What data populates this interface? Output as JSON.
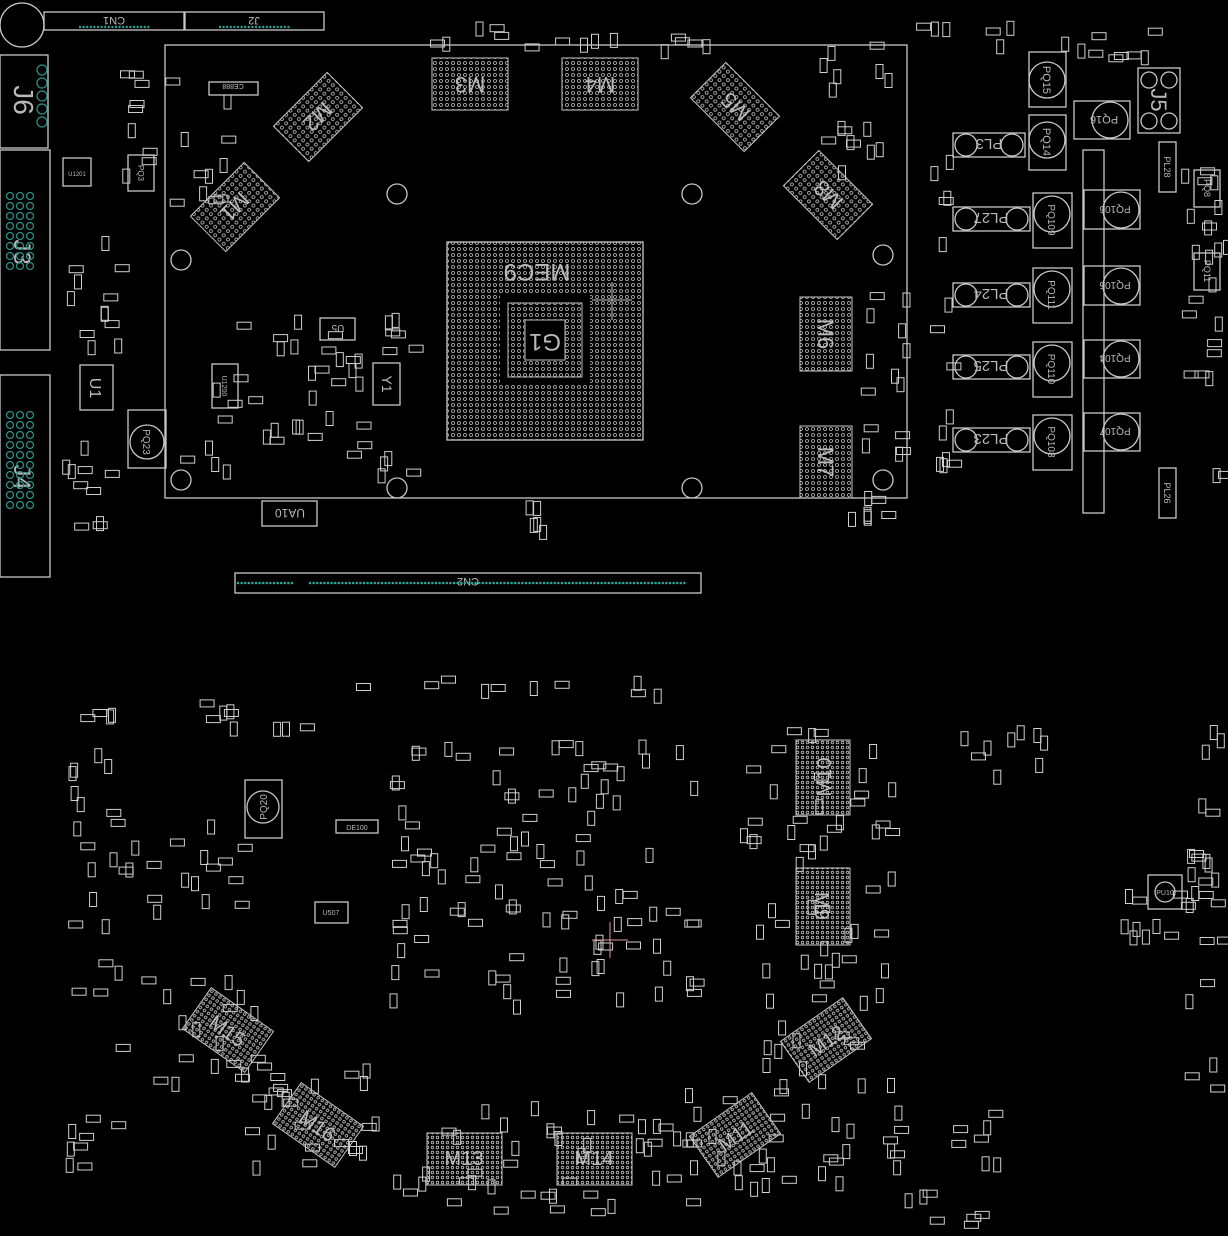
{
  "view": {
    "title": "PCB boardview",
    "background": "#000000",
    "outline_color": "#c8c8c8",
    "connector_pin_color": "#2fa394",
    "cursor_color": "#d9a0a0"
  },
  "top_side": {
    "connectors": {
      "cn1": "CN1",
      "j2": "J2",
      "cn2": "CN2",
      "j6": "J6",
      "j3": "J3",
      "j4": "J4",
      "j5": "J5"
    },
    "chips": {
      "cpu_label": "MEC9",
      "cpu_ref": "G1",
      "m1": "M1",
      "m2": "M2",
      "m3": "M3",
      "m4": "M4",
      "m5": "M5",
      "m6": "M6",
      "m7": "M7",
      "m8": "M8"
    },
    "parts": {
      "u1": "U1",
      "pq23": "PQ23",
      "u5": "U5",
      "y1": "Y1",
      "ua10": "UA10",
      "u1201": "U1201",
      "u1200": "U1200",
      "pq3": "PQ3",
      "ce888": "CE888"
    },
    "power": {
      "pq15": "PQ15",
      "pq14": "PQ14",
      "pq16": "PQ16",
      "pl3": "PL3",
      "pl27": "PL27",
      "pl24": "PL24",
      "pl25": "PL25",
      "pl23": "PL23",
      "pq109": "PQ109",
      "pq111": "PQ111",
      "pq110": "PQ110",
      "pq108": "PQ108",
      "pq106": "PQ106",
      "pq105": "PQ105",
      "pq104": "PQ104",
      "pq107": "PQ107",
      "pl28": "PL28",
      "pl26": "PL26",
      "pq8": "PQ8",
      "pq11": "PQ11"
    }
  },
  "bottom_side": {
    "chips": {
      "m9": "M9",
      "m10": "M10",
      "m11": "M11",
      "m12": "M12",
      "m13": "M13",
      "m14": "M14",
      "m15": "M15",
      "m16": "M16"
    },
    "parts": {
      "pq20": "PQ20",
      "u507": "U507",
      "de100": "DE100",
      "pu10": "PU10"
    }
  }
}
